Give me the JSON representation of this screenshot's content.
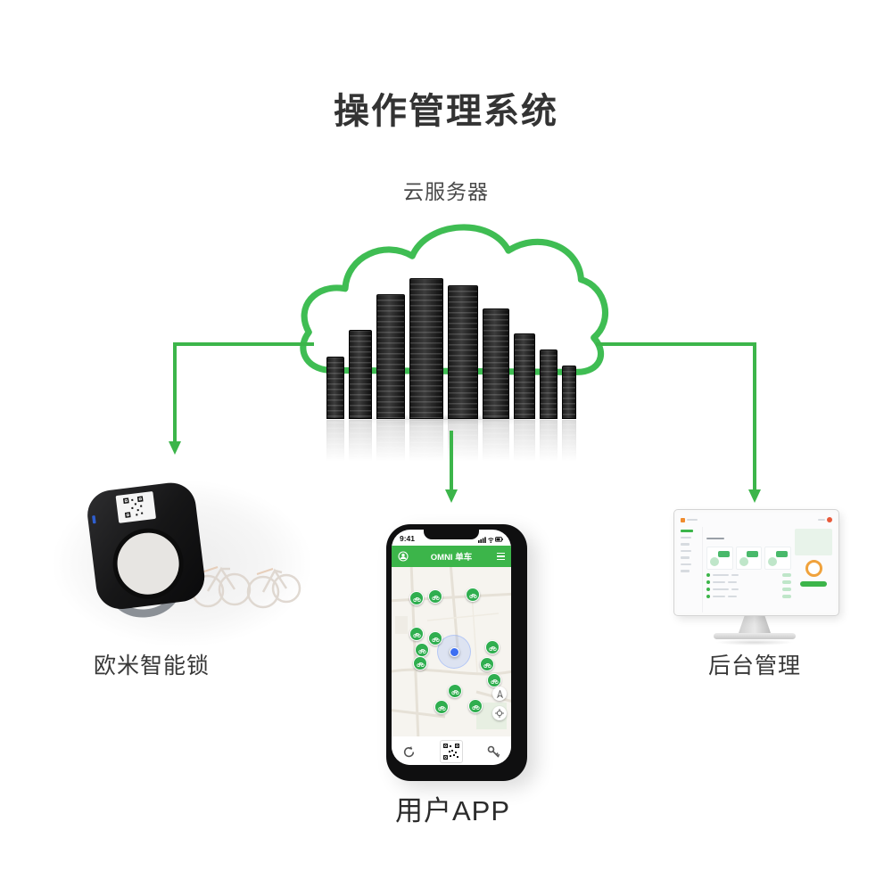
{
  "title": "操作管理系统",
  "cloud": {
    "label": "云服务器"
  },
  "devices": {
    "lock": {
      "label": "欧米智能锁"
    },
    "app": {
      "label": "用户APP"
    },
    "admin": {
      "label": "后台管理"
    }
  },
  "phone": {
    "status_time": "9:41",
    "header_title": "OMNI 单车",
    "icons": {
      "header_left": "profile-icon",
      "header_right": "menu-icon",
      "map_fabs": [
        "compass-icon",
        "locate-icon"
      ],
      "bottom": [
        "refresh-icon",
        "scan-qr-icon",
        "key-icon"
      ]
    }
  },
  "colors": {
    "brand_green": "#3cb54a",
    "server_black": "#141414",
    "map_bg": "#f6f4ef",
    "accent_orange": "#f0a23c"
  }
}
